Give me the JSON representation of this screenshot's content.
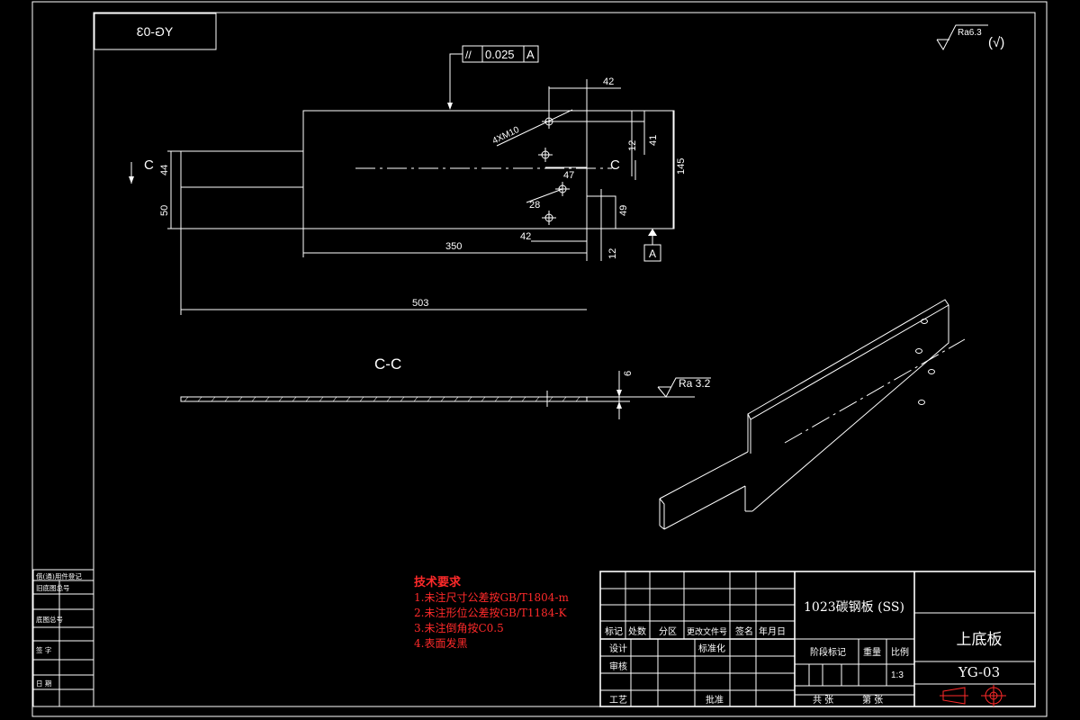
{
  "title_box": {
    "code": "YG-03"
  },
  "surface_finish_top": {
    "ra": "Ra6.3",
    "paren": "(√)"
  },
  "tolerance_frame": {
    "symbol": "//",
    "value": "0.025",
    "datum": "A"
  },
  "hole_callout": "4XM10",
  "datum_label": "A",
  "section": {
    "marker": "C",
    "title": "C-C",
    "ra": "Ra 3.2",
    "thickness": "6"
  },
  "dims": {
    "d42_top": "42",
    "d12_right": "12",
    "d41": "41",
    "d145": "145",
    "d47": "47",
    "d28": "28",
    "d49": "49",
    "d42_bottom": "42",
    "d12_bottom": "12",
    "d350": "350",
    "d503": "503",
    "d44": "44",
    "d50": "50"
  },
  "tech_notes": {
    "heading": "技术要求",
    "items": [
      "1.未注尺寸公差按GB/T1804-m",
      "2.未注形位公差按GB/T1184-K",
      "3.未注倒角按C0.5",
      "4.表面发黑"
    ]
  },
  "title_block": {
    "material": "1023碳钢板 (SS)",
    "part_name": "上底板",
    "drawing_no": "YG-03",
    "scale_value": "1:3",
    "headers": [
      "标记",
      "处数",
      "分区",
      "更改文件号",
      "签名",
      "年月日"
    ],
    "design": "设计",
    "check": "审核",
    "standardize": "标准化",
    "process": "工艺",
    "approve": "批准",
    "stage_mark": "阶段标记",
    "weight": "重量",
    "ratio": "比例",
    "sheets_total": "共 张",
    "sheet_no": "第 张"
  },
  "side_panel": {
    "items": [
      "借(通)用件登记",
      "旧底图总号",
      "底图总号",
      "签 字",
      "日 期"
    ]
  }
}
